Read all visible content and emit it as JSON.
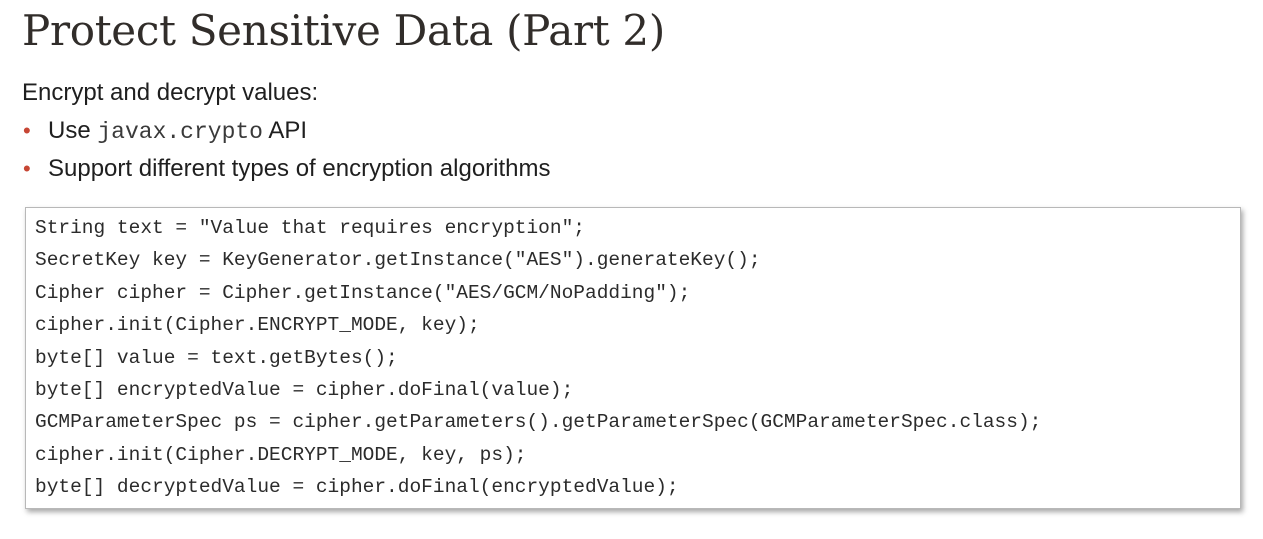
{
  "slide": {
    "title": "Protect Sensitive Data (Part 2)",
    "intro": "Encrypt and decrypt values:",
    "bullets": [
      {
        "before": "Use ",
        "code": "javax.crypto",
        "after": " API"
      },
      {
        "text": "Support different types of encryption algorithms"
      }
    ],
    "bullet_color": "#c74634",
    "code_lines": [
      "String text = \"Value that requires encryption\";",
      "SecretKey key = KeyGenerator.getInstance(\"AES\").generateKey();",
      "Cipher cipher = Cipher.getInstance(\"AES/GCM/NoPadding\");",
      "cipher.init(Cipher.ENCRYPT_MODE, key);",
      "byte[] value = text.getBytes();",
      "byte[] encryptedValue = cipher.doFinal(value);",
      "GCMParameterSpec ps = cipher.getParameters().getParameterSpec(GCMParameterSpec.class);",
      "cipher.init(Cipher.DECRYPT_MODE, key, ps);",
      "byte[] decryptedValue = cipher.doFinal(encryptedValue);"
    ]
  }
}
